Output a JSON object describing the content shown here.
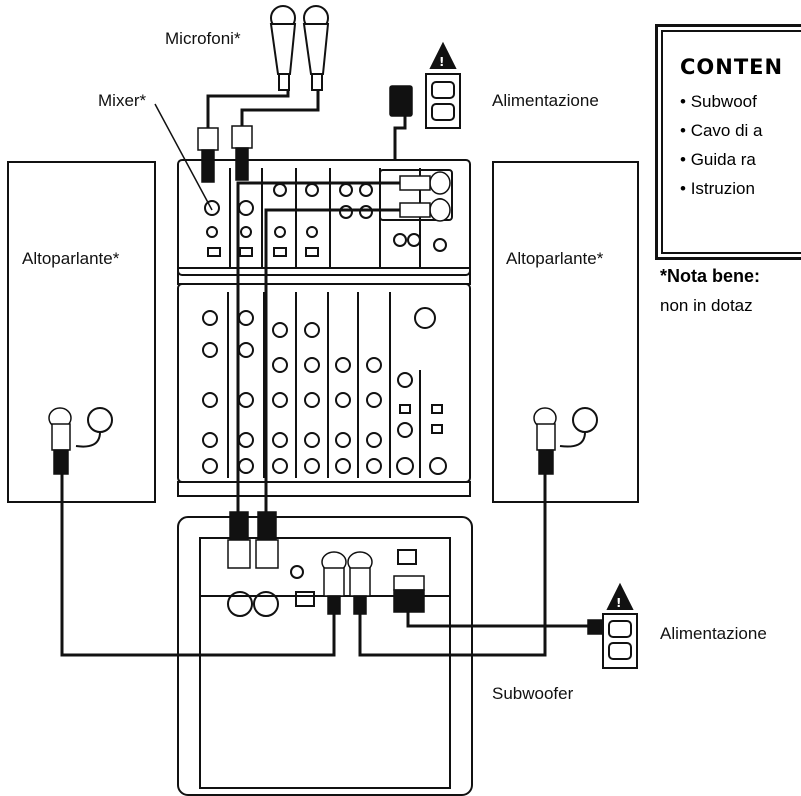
{
  "labels": {
    "microphones": "Microfoni*",
    "mixer": "Mixer*",
    "power_top": "Alimentazione",
    "speaker_left": "Altoparlante*",
    "speaker_right": "Altoparlante*",
    "power_bottom": "Alimentazione",
    "subwoofer": "Subwoofer"
  },
  "contents_box": {
    "title": "CONTEN",
    "items": [
      "Subwoof",
      "Cavo di a",
      "Guida ra",
      "Istruzion"
    ]
  },
  "note": {
    "title": "*Nota bene:",
    "text": "non in dotaz"
  },
  "colors": {
    "line": "#111111",
    "panel": "#ffffff"
  }
}
